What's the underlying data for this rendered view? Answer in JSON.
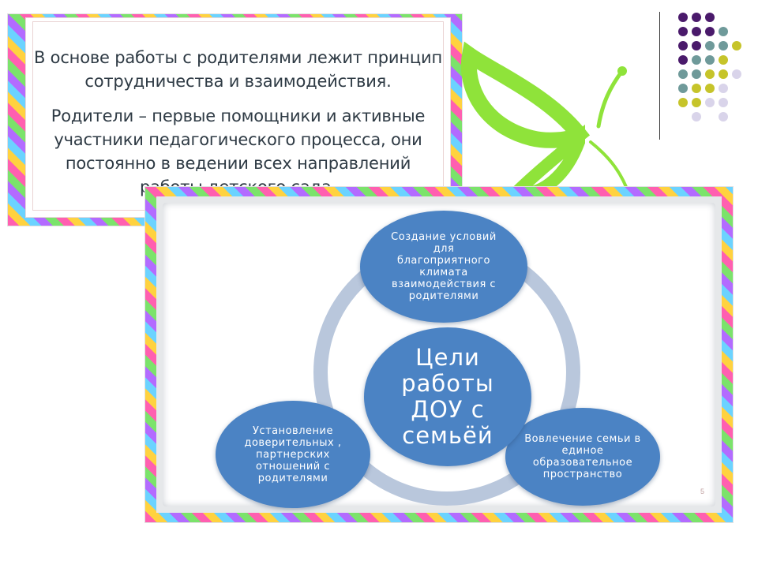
{
  "text_slide": {
    "paragraph_1": "В основе работы с родителями лежит принцип сотрудничества и взаимодействия.",
    "paragraph_2": "Родители – первые помощники и активные участники педагогического процесса, они постоянно в ведении всех направлений работы детского сада."
  },
  "diagram": {
    "center": "Цели работы ДОУ с семьёй",
    "top": "Создание условий для благоприятного климата взаимодействия с родителями",
    "left": "Установление доверительных , партнерских отношений с родителями",
    "right": "Вовлечение семьи в единое образовательное пространство",
    "page_number": "5"
  },
  "colors": {
    "node_blue": "#4b83c4",
    "ring_blue": "#b9c7dc",
    "butterfly_green": "#8fe33a",
    "dot_purple": "#4a1a6b",
    "dot_teal": "#6f9a9a",
    "dot_olive": "#c6c42a",
    "dot_lavender": "#d9d4ea"
  }
}
